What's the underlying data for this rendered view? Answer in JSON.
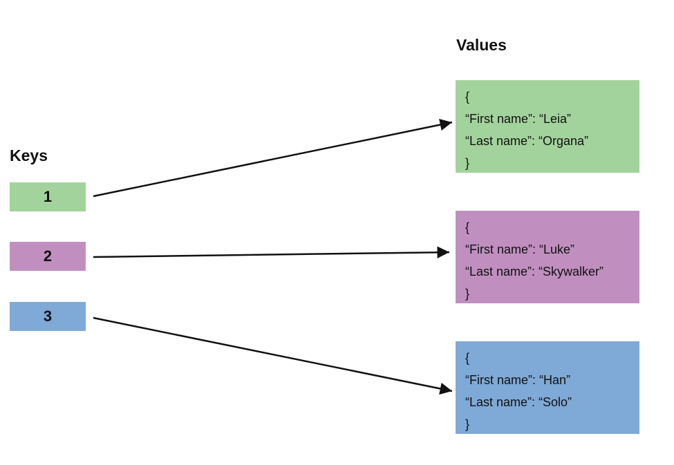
{
  "headings": {
    "keys": "Keys",
    "values": "Values"
  },
  "colors": {
    "green": "#a3d39c",
    "purple": "#c08fbf",
    "blue": "#7fa9d6",
    "arrow": "#111111"
  },
  "keys": [
    {
      "label": "1"
    },
    {
      "label": "2"
    },
    {
      "label": "3"
    }
  ],
  "values": [
    {
      "lines": [
        "{",
        "“First name”: “Leia”",
        "“Last name”: “Organa”",
        "}"
      ]
    },
    {
      "lines": [
        "{",
        "“First name”: “Luke”",
        "“Last name”: “Skywalker”",
        "}"
      ]
    },
    {
      "lines": [
        "{",
        "“First name”: “Han”",
        "“Last name”: “Solo”",
        "}"
      ]
    }
  ]
}
